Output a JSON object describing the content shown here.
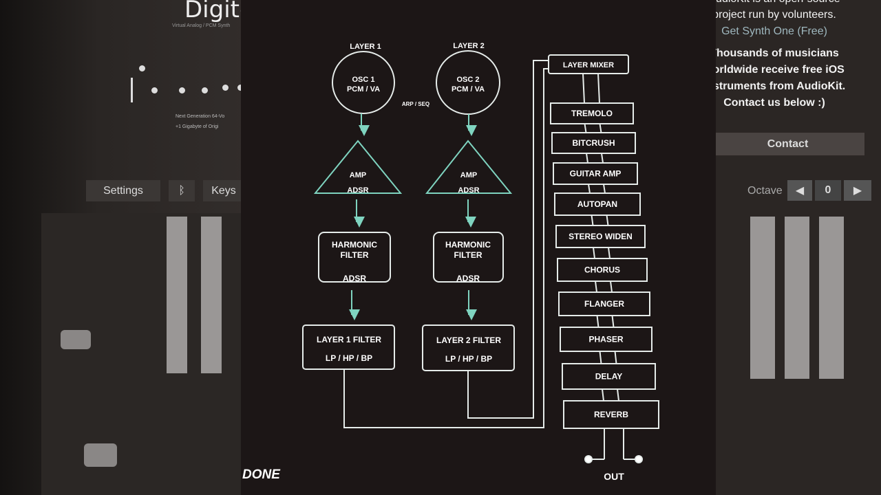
{
  "left_panel": {
    "logo": "Digite",
    "subtitle": "Virtual Analog / PCM Synth",
    "tagline_1": "Next Generation 64-Vo",
    "tagline_2": "+1 Gigabyte of Origi",
    "settings_label": "Settings",
    "bluetooth_icon": "bluetooth-icon",
    "keys_label": "Keys"
  },
  "diagram": {
    "layer1_title": "LAYER 1",
    "layer2_title": "LAYER 2",
    "osc1": [
      "OSC 1",
      "PCM / VA"
    ],
    "osc2": [
      "OSC 2",
      "PCM / VA"
    ],
    "arp_seq": "ARP / SEQ",
    "amp": [
      "AMP",
      "ADSR"
    ],
    "harmonic_filter": [
      "HARMONIC",
      "FILTER",
      "ADSR"
    ],
    "layer1_filter": [
      "LAYER 1 FILTER",
      "LP / HP / BP"
    ],
    "layer2_filter": [
      "LAYER 2 FILTER",
      "LP / HP / BP"
    ],
    "layer_mixer": "LAYER MIXER",
    "effects": [
      "TREMOLO",
      "BITCRUSH",
      "GUITAR AMP",
      "AUTOPAN",
      "STEREO WIDEN",
      "CHORUS",
      "FLANGER",
      "PHASER",
      "DELAY",
      "REVERB"
    ],
    "out": "OUT",
    "done": "DONE",
    "line_color": "#e6ecea",
    "arrow_color": "#7fd4c0"
  },
  "right_panel": {
    "line_1": "AudioKit is an open-source",
    "line_2": "project run by volunteers.",
    "link": "Get Synth One (Free)",
    "para": [
      "Thousands of musicians",
      "worldwide receive free iOS",
      "instruments from AudioKit.",
      "Contact us below :)"
    ],
    "contact_label": "Contact",
    "octave_label": "Octave",
    "octave_value": "0"
  }
}
